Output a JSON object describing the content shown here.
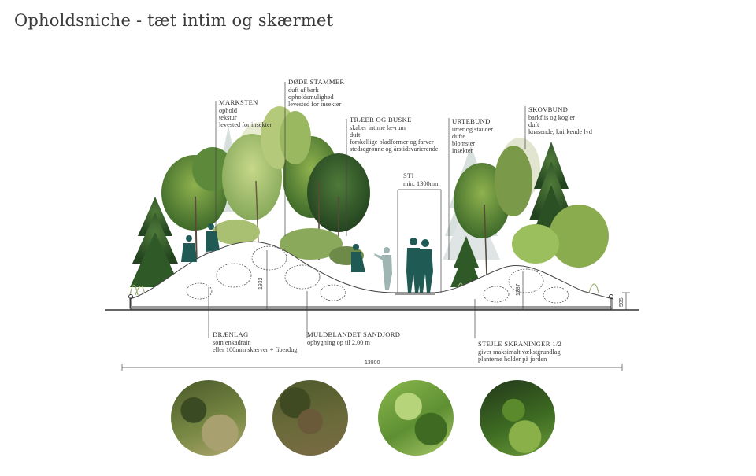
{
  "title": "Opholdsniche - tæt intim og skærmet",
  "labels": {
    "marksten": {
      "heading": "MARKSTEN",
      "lines": [
        "ophold",
        "tekstur",
        "levested for insekter"
      ]
    },
    "dode_stammer": {
      "heading": "DØDE STAMMER",
      "lines": [
        "duft af bark",
        "opholdsmulighed",
        "levested for insekter"
      ]
    },
    "traer": {
      "heading": "TRÆER OG BUSKE",
      "lines": [
        "skaber intime læ-rum",
        "duft",
        "forskellige bladformer og farver",
        "stedsegrønne og årstidsvarierende"
      ]
    },
    "urtebund": {
      "heading": "URTEBUND",
      "lines": [
        "urter og stauder",
        "dufte",
        "blomster",
        "insekter"
      ]
    },
    "skovbund": {
      "heading": "SKOVBUND",
      "lines": [
        "barkflis og kogler",
        "duft",
        "knasende, knirkende lyd"
      ]
    },
    "sti": {
      "heading": "STI",
      "lines": [
        "min. 1300mm"
      ]
    },
    "draenlag": {
      "heading": "DRÆNLAG",
      "lines": [
        "som enkadrain",
        "eller 100mm skærver + fiberdug"
      ]
    },
    "muld": {
      "heading": "MULDBLANDET SANDJORD",
      "lines": [
        "opbygning op til 2,00 m"
      ]
    },
    "stejle": {
      "heading": "STEJLE SKRÅNINGER 1/2",
      "lines": [
        "giver maksimalt vækstgrundlag",
        "planterne holder på jorden"
      ]
    }
  },
  "dimensions": {
    "total": "13800",
    "left_mound": "1932",
    "right_mound": "1287",
    "edge": "505"
  },
  "photos": [
    {
      "name": "forest-grass-photo",
      "colors": [
        "#6b7a3a",
        "#3b4a22",
        "#a9a070"
      ]
    },
    {
      "name": "dead-branches-photo",
      "colors": [
        "#5a5a32",
        "#7a6040",
        "#3f4a22"
      ]
    },
    {
      "name": "rowan-leaves-photo",
      "colors": [
        "#6a9a3a",
        "#a6c86a",
        "#3e6a22"
      ]
    },
    {
      "name": "woodland-ground-photo",
      "colors": [
        "#2f4a1c",
        "#5a8a2c",
        "#8ab04a"
      ]
    }
  ],
  "colors": {
    "figure": "#1f5a55",
    "ground": "#555555",
    "mound_fill": "#ffffff"
  }
}
